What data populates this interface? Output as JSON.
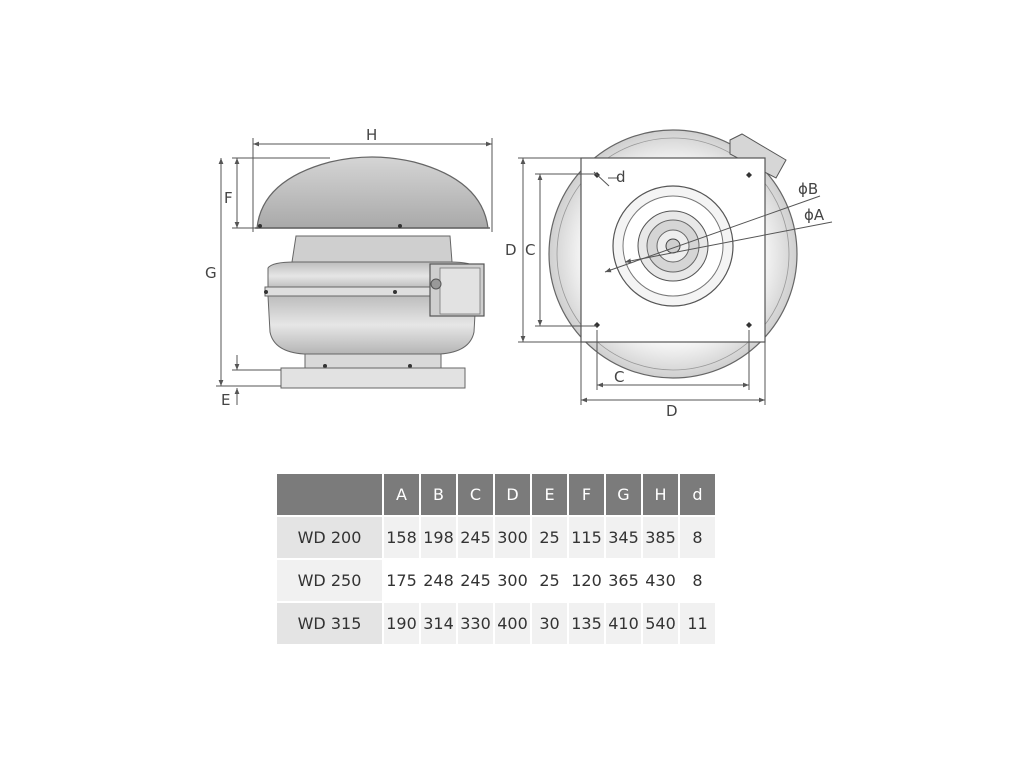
{
  "drawing": {
    "side_view": {
      "labels": {
        "H": "H",
        "F": "F",
        "G": "G",
        "E": "E"
      }
    },
    "top_view": {
      "labels": {
        "d": "d",
        "B": "ϕB",
        "A": "ϕA",
        "D_vert": "D",
        "C_vert": "C",
        "C_horiz": "C",
        "D_horiz": "D"
      }
    }
  },
  "table": {
    "columns": [
      "A",
      "B",
      "C",
      "D",
      "E",
      "F",
      "G",
      "H",
      "d"
    ],
    "rows": [
      {
        "model": "WD 200",
        "values": [
          "158",
          "198",
          "245",
          "300",
          "25",
          "115",
          "345",
          "385",
          "8"
        ]
      },
      {
        "model": "WD 250",
        "values": [
          "175",
          "248",
          "245",
          "300",
          "25",
          "120",
          "365",
          "430",
          "8"
        ]
      },
      {
        "model": "WD 315",
        "values": [
          "190",
          "314",
          "330",
          "400",
          "30",
          "135",
          "410",
          "540",
          "11"
        ]
      }
    ]
  }
}
